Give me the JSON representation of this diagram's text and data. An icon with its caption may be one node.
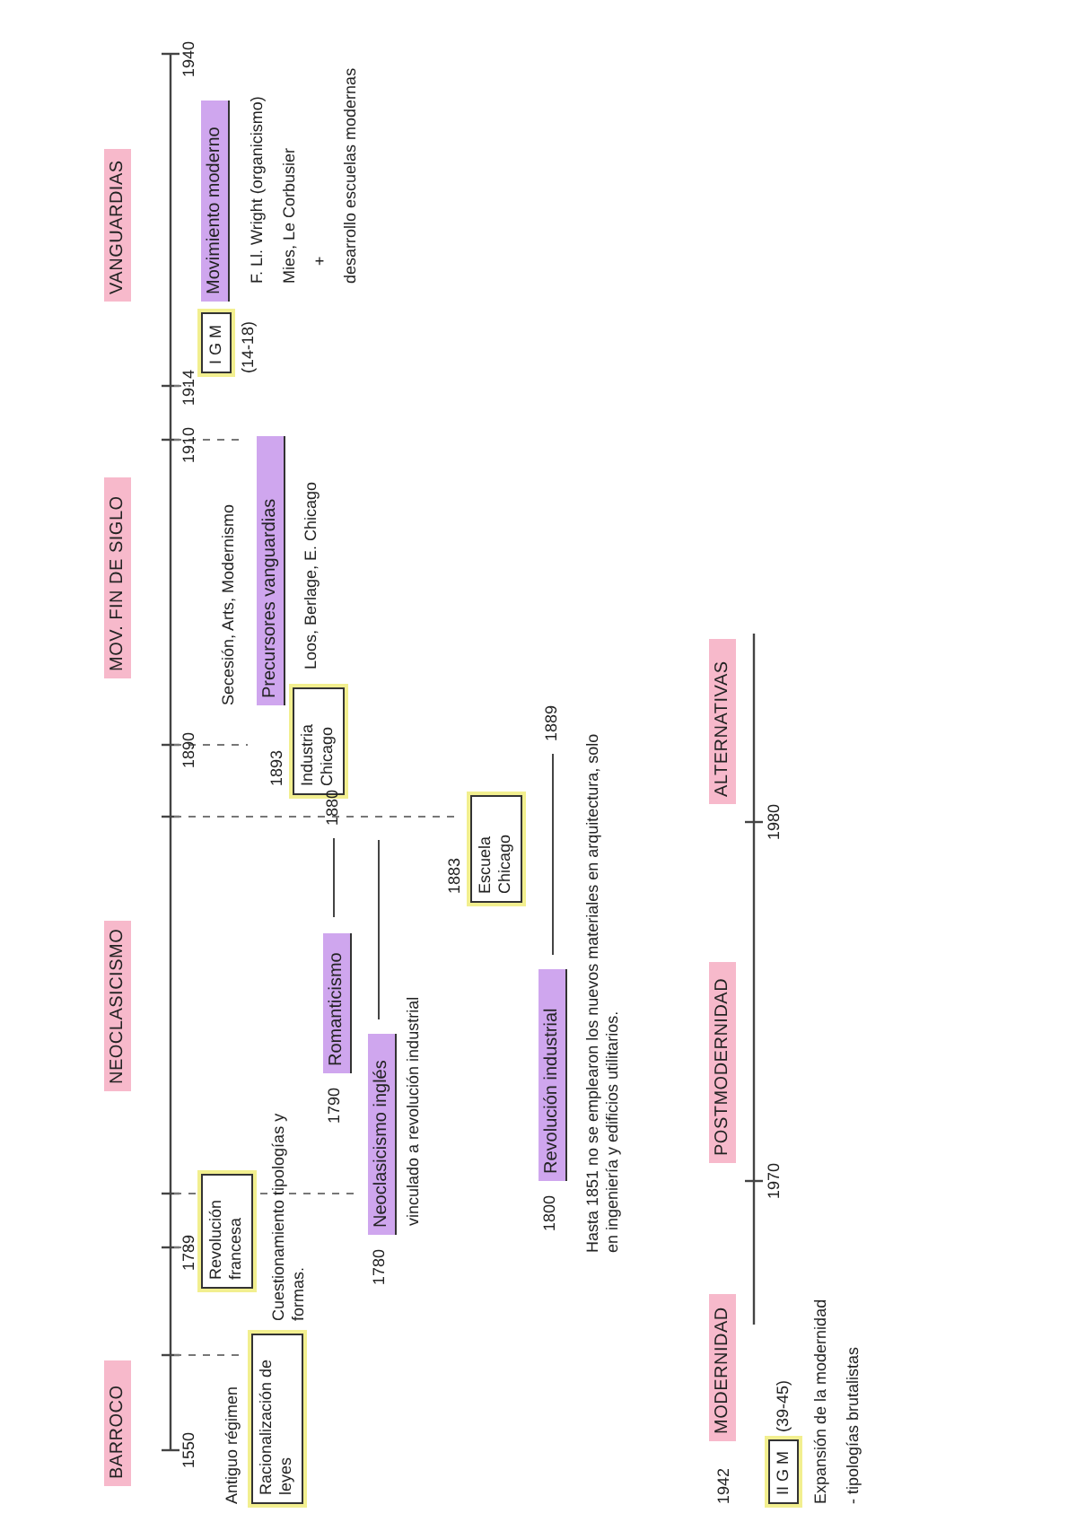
{
  "diagram": {
    "nodes": [
      {
        "text": [
          "BARROCO"
        ]
      },
      {
        "text": [
          "NEOCLASICISMO"
        ]
      },
      {
        "text": [
          "MOV. FIN DE SIGLO"
        ]
      },
      {
        "text": [
          "VANGUARDIAS"
        ]
      },
      {
        "text": [
          "Racionalización de leyes"
        ]
      },
      {
        "text": [
          "Revolución francesa"
        ]
      },
      {
        "text": [
          "Romanticismo"
        ],
        "beside": [
          "1790"
        ]
      },
      {
        "text": [
          "Neoclasicismo inglés"
        ],
        "beside": [
          "1780"
        ]
      },
      {
        "text": [
          "Revolución industrial"
        ],
        "beside": [
          "1800"
        ]
      },
      {
        "text": [
          "Escuela Chicago"
        ],
        "beside": [
          "1883"
        ]
      },
      {
        "text": [
          "Precursores vanguardias"
        ]
      },
      {
        "text": [
          "Industria Chicago"
        ],
        "beside": [
          "1893"
        ]
      },
      {
        "text": [
          "I G M"
        ],
        "beside": [
          "(14-18)"
        ]
      },
      {
        "text": [
          "Movimiento moderno"
        ]
      },
      {
        "text": [
          "MODERNIDAD"
        ]
      },
      {
        "text": [
          "II G M"
        ],
        "beside": [
          "(39-45)"
        ]
      },
      {
        "text": [
          "POSTMODERNIDAD"
        ]
      },
      {
        "text": [
          "ALTERNATIVAS"
        ]
      }
    ],
    "labels": [
      "1550",
      "1789",
      "1890",
      "1910",
      "1914",
      "1940",
      "Antiguo régimen",
      "Cuestionamiento tipologías y formas.",
      "vinculado a revolución industrial",
      "1880",
      "1889",
      "Hasta 1851 no se emplearon los nuevos materiales en arquitectura, solo en ingeniería y edificios utilitarios.",
      "Secesión, Arts, Modernismo",
      "Loos, Berlage, E. Chicago",
      "F. Ll. Wright (organicismo)",
      "Mies, Le Corbusier",
      "+",
      "desarrollo escuelas modernas",
      "1942",
      "Expansión de la modernidad",
      "- tipologías brutalistas",
      "1970",
      "1980"
    ]
  }
}
